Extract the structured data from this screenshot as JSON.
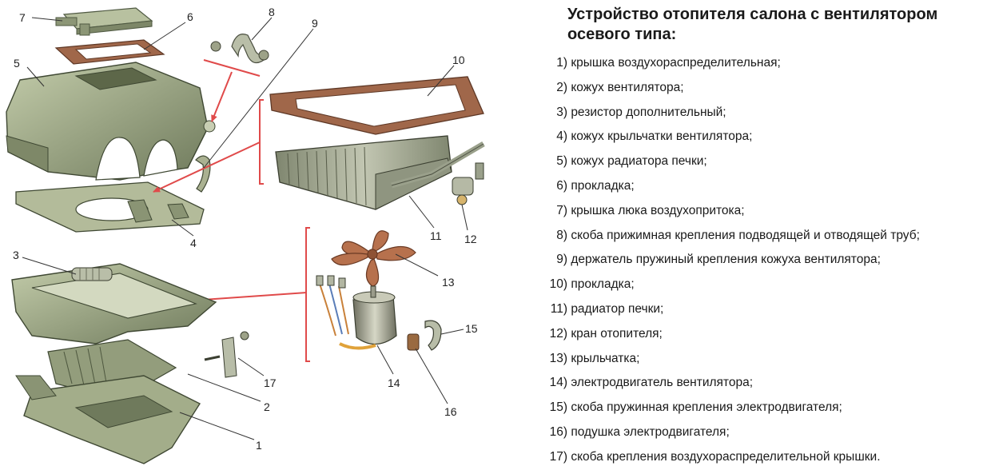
{
  "legend": {
    "title_line1": "Устройство отопителя салона с вентилятором",
    "title_line2": "осевого типа:",
    "items": [
      {
        "num": "1)",
        "text": "крышка воздухораспределительная;"
      },
      {
        "num": "2)",
        "text": "кожух вентилятора;"
      },
      {
        "num": "3)",
        "text": "резистор дополнительный;"
      },
      {
        "num": "4)",
        "text": "кожух крыльчатки вентилятора;"
      },
      {
        "num": "5)",
        "text": "кожух радиатора печки;"
      },
      {
        "num": "6)",
        "text": "прокладка;"
      },
      {
        "num": "7)",
        "text": "крышка люка воздухопритока;"
      },
      {
        "num": "8)",
        "text": "скоба прижимная крепления подводящей и отводящей труб;"
      },
      {
        "num": "9)",
        "text": "держатель пружиный крепления кожуха вентилятора;"
      },
      {
        "num": "10)",
        "text": "прокладка;"
      },
      {
        "num": "11)",
        "text": "радиатор печки;"
      },
      {
        "num": "12)",
        "text": "кран отопителя;"
      },
      {
        "num": "13)",
        "text": "крыльчатка;"
      },
      {
        "num": "14)",
        "text": "электродвигатель вентилятора;"
      },
      {
        "num": "15)",
        "text": "скоба пружинная крепления электродвигателя;"
      },
      {
        "num": "16)",
        "text": "подушка электродвигателя;"
      },
      {
        "num": "17)",
        "text": "скоба крепления воздухораспределительной крышки."
      }
    ]
  },
  "callouts": {
    "c1": "1",
    "c2": "2",
    "c3": "3",
    "c4": "4",
    "c5": "5",
    "c6": "6",
    "c7": "7",
    "c8": "8",
    "c9": "9",
    "c10": "10",
    "c11": "11",
    "c12": "12",
    "c13": "13",
    "c14": "14",
    "c15": "15",
    "c16": "16",
    "c17": "17"
  },
  "colors": {
    "housing": "#a3ad8a",
    "housing_dark": "#6f7a5c",
    "gasket": "#a0674a",
    "radiator": "#9fa48f",
    "arrow": "#e04a4a",
    "copper": "#c9813a",
    "leader": "#333333"
  }
}
